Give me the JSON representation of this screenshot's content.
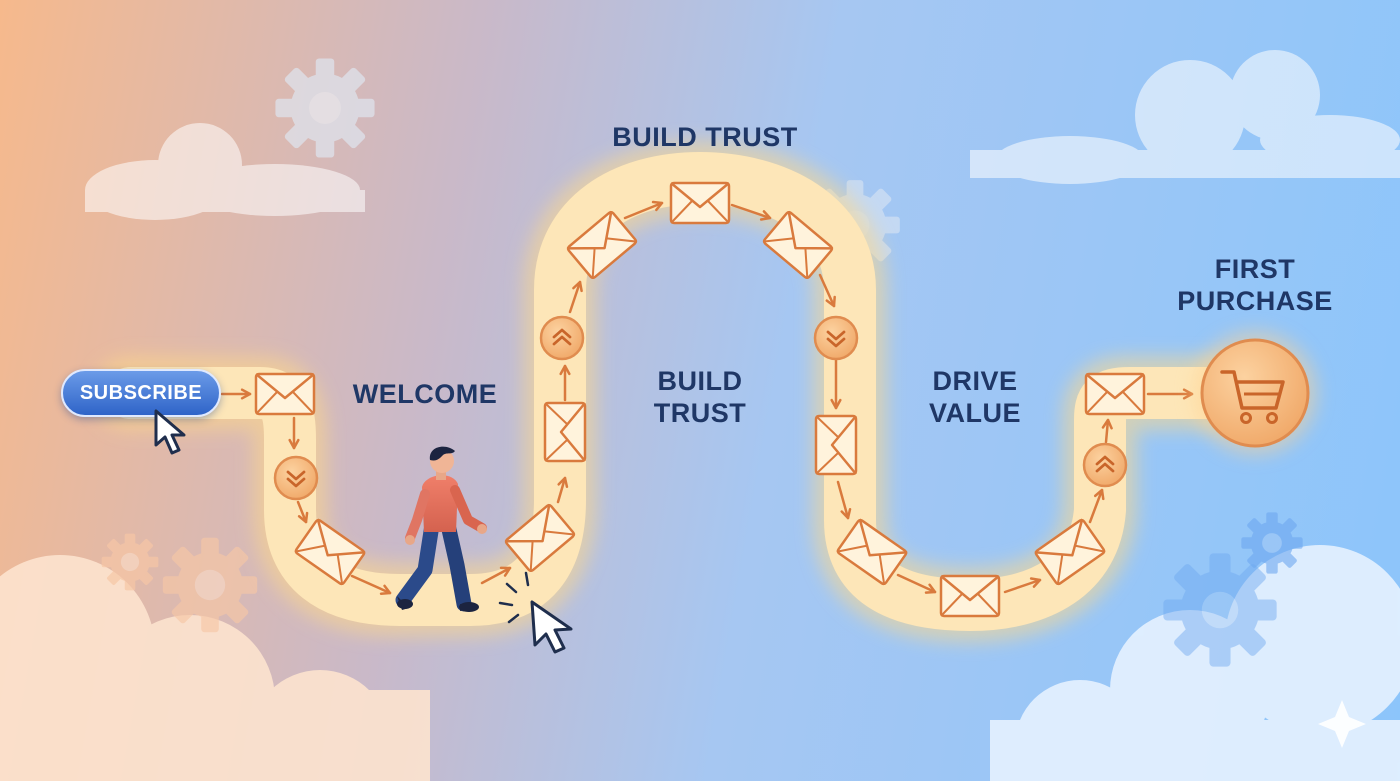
{
  "labels": {
    "welcome": "WELCOME",
    "build_trust_top": "BUILD TRUST",
    "build_trust_mid_line1": "BUILD",
    "build_trust_mid_line2": "TRUST",
    "drive_value_line1": "DRIVE",
    "drive_value_line2": "VALUE",
    "first_purchase_line1": "FIRST",
    "first_purchase_line2": "PURCHASE"
  },
  "subscribe_button": {
    "label": "SUBSCRIBE"
  },
  "icons": {
    "email": "envelope-icon",
    "chevron": "double-chevron-icon",
    "cart": "shopping-cart-icon",
    "cursor": "mouse-pointer-icon",
    "gear": "gear-icon",
    "cloud": "cloud-icon",
    "person": "walking-person-icon",
    "sparkle": "sparkle-icon"
  },
  "colors": {
    "path": "#fde6b8",
    "accent": "#d97a3d",
    "label": "#1f3766",
    "button": "#3f74d6"
  }
}
